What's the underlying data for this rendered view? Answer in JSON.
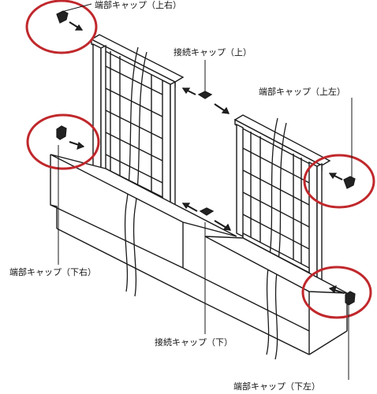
{
  "labels": {
    "end_cap_top_right": "端部キャップ（上右）",
    "joint_cap_top": "接続キャップ（上）",
    "end_cap_top_left": "端部キャップ（上左）",
    "end_cap_bottom_right": "端部キャップ（下右）",
    "joint_cap_bottom": "接続キャップ（下）",
    "end_cap_bottom_left": "端部キャップ（下左）"
  },
  "colors": {
    "line": "#1a1a1a",
    "highlight_circle": "#c0282c",
    "background": "#ffffff"
  }
}
